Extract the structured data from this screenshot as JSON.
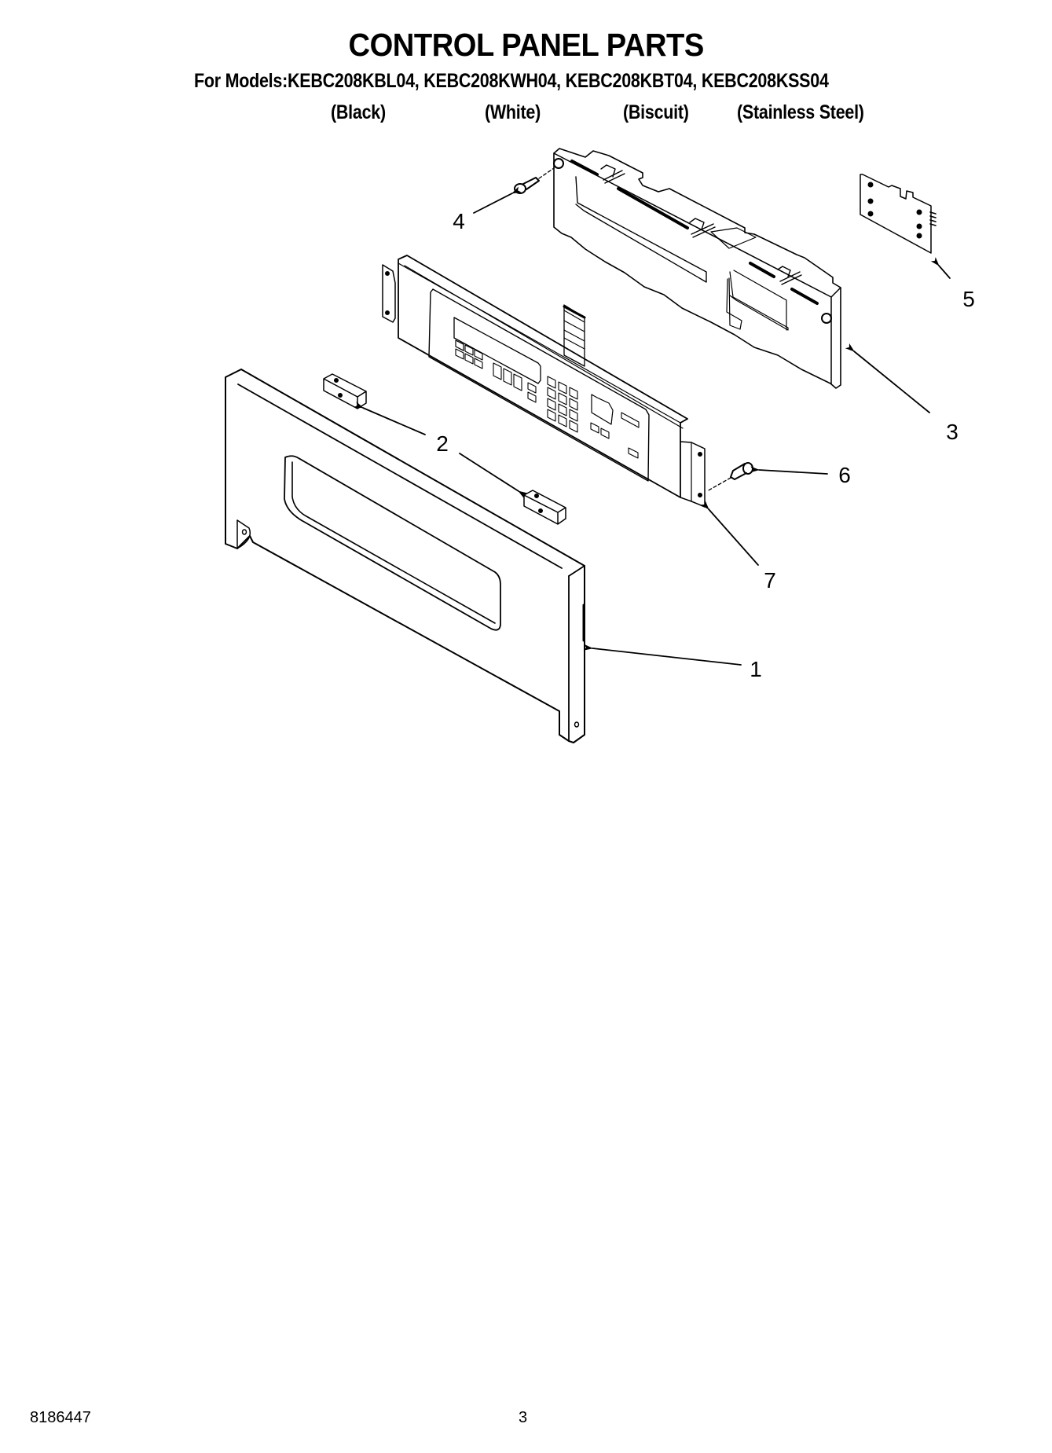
{
  "header": {
    "title": "CONTROL PANEL PARTS",
    "models_line": "For Models:KEBC208KBL04, KEBC208KWH04, KEBC208KBT04, KEBC208KSS04",
    "variants": [
      {
        "label": "(Black)"
      },
      {
        "label": "(White)"
      },
      {
        "label": "(Biscuit)"
      },
      {
        "label": "(Stainless Steel)"
      }
    ]
  },
  "diagram": {
    "callouts": [
      {
        "number": "1",
        "part": "front-frame"
      },
      {
        "number": "2",
        "part": "spacer-block"
      },
      {
        "number": "3",
        "part": "control-board-bracket"
      },
      {
        "number": "4",
        "part": "screw"
      },
      {
        "number": "5",
        "part": "circuit-board"
      },
      {
        "number": "6",
        "part": "screw"
      },
      {
        "number": "7",
        "part": "control-panel-touchpad"
      }
    ],
    "line_color": "#000000",
    "background": "#ffffff"
  },
  "footer": {
    "doc_number": "8186447",
    "page_number": "3"
  }
}
